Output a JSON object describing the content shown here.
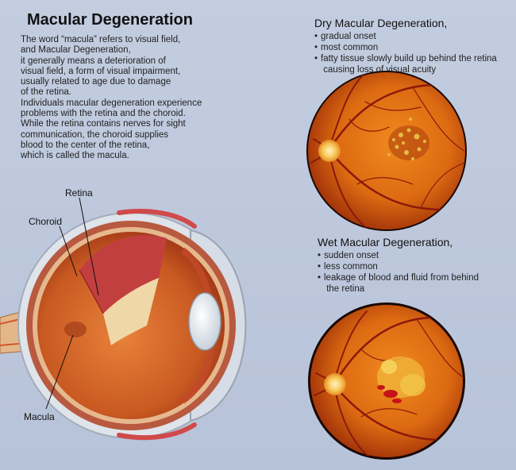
{
  "title": "Macular Degeneration",
  "intro_lines": [
    "The word “macula” refers to visual field,",
    "and Macular Degeneration,",
    "it generally means a deterioration of",
    "visual field, a form of visual impairment,",
    "usually related to age due to damage",
    "of the retina.",
    "Individuals macular degeneration experience",
    "problems with the retina and the choroid.",
    "While the retina contains nerves for sight",
    "communication, the choroid supplies",
    "blood to the center of the retina,",
    "which is called the macula."
  ],
  "dry": {
    "heading": "Dry Macular Degeneration,",
    "bullets": [
      "gradual onset",
      "most common",
      "fatty tissue slowly build up behind the retina",
      " causing loss of visual acuity"
    ]
  },
  "wet": {
    "heading": "Wet Macular Degeneration,",
    "bullets": [
      "sudden onset",
      "less common",
      "leakage of blood and fluid from behind",
      " the retina"
    ]
  },
  "eye_labels": {
    "retina": "Retina",
    "choroid": "Choroid",
    "macula": "Macula"
  },
  "colors": {
    "background": "#bcc7dc",
    "fundus": "#d9600f",
    "vessel": "#8a1a0a"
  }
}
